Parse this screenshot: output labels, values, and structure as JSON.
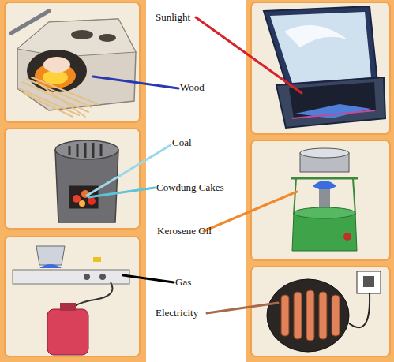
{
  "diagram": {
    "labels": [
      "Sunlight",
      "Wood",
      "Coal",
      "Cowdung Cakes",
      "Kerosene Oil",
      "Gas",
      "Electricity"
    ]
  }
}
